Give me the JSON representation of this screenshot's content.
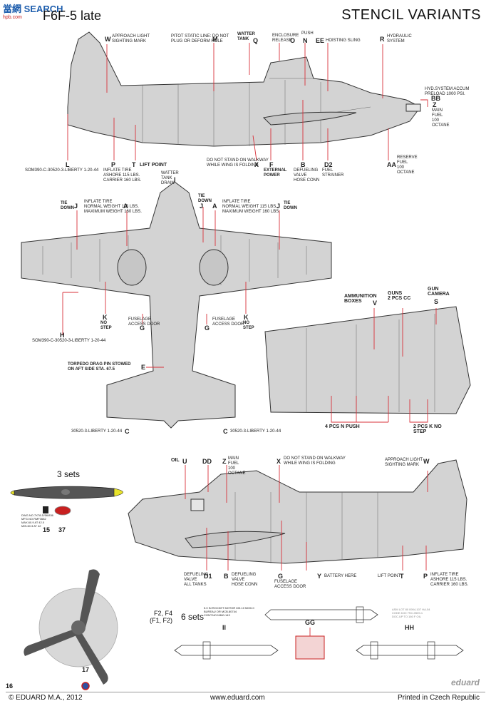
{
  "header": {
    "title": "STENCIL VARIANTS",
    "subtitle": "F6F-5 late",
    "watermark": "當網 SEARCH",
    "watermark_url": "hpb.com"
  },
  "side_view_top": {
    "labels": {
      "W": "APPROACH LIGHT\nSIGHTING MARK",
      "M": "PITOT STATIC LINE: DO NOT\nPLUG OR DEFORM HOLE",
      "Q": "WATTER\nTANK",
      "O": "ENCLOSURE\nRELEASE",
      "N": "PUSH",
      "EE": "HOISTING SLING",
      "R": "HYDRAULIC\nSYSTEM",
      "BB": "HYD.SYSTEM ACCUM\nPRELOAD 1000 PSI.",
      "Z": "MAIN\nFUEL\n100\nOCTANE",
      "L": "SOM390-C-30520-3-LIBERTY 1-20-44",
      "P": "INFLATE TIRE\nASHORE 115 LBS.\nCARRIER 160 LBS.",
      "T": "LIFT POINT",
      "X": "DO NOT STAND ON WALKWAY\nWHILE WING IS FOLDING",
      "F": "EXTERNAL\nPOWER",
      "B": "DEFUELING\nVALVE\nHOSE CONN",
      "D2": "FUEL\nSTRAINER",
      "AA": "RESERVE\nFUEL\n100\nOCTANE"
    }
  },
  "plan_view": {
    "labels": {
      "I": "WATTER\nTANK\nDRAIN",
      "J_left": "TIE\nDOWN",
      "J_right": "TIE\nDOWN",
      "A_left": "INFLATE TIRE\nNORMAL WEIGHT 115 LBS.\nMAXIMUM WEIGHT 160 LBS.",
      "A_right": "INFLATE TIRE\nNORMAL WEIGHT 115 LBS.\nMAXIMUM WEIGHT 160 LBS.",
      "K_left": "NO\nSTEP",
      "K_right": "NO\nSTEP",
      "G_left": "FUSELAGE\nACCESS DOOR",
      "G_right": "FUSELAGE\nACCESS DOOR",
      "H": "SOM390-C-30520-3-LIBERTY 1-20-44",
      "E": "TORPEDO DRAG PIN STOWED\nON AFT SIDE STA. 67.5",
      "C_left": "30520-3-LIBERTY 1-20-44",
      "C_right": "30520-3-LIBERTY 1-20-44"
    }
  },
  "wing_view": {
    "labels": {
      "V": "AMMUNITION\nBOXES",
      "CC": "GUNS\n2 pcs CC",
      "S": "GUN\nCAMERA",
      "N": "4 pcs N PUSH",
      "K": "2 pcs K NO\nSTEP"
    }
  },
  "side_view_bottom": {
    "labels": {
      "U": "OIL",
      "DD": "DD",
      "Z": "MAIN\nFUEL\n100\nOCTANE",
      "X": "DO NOT STAND ON WALKWAY\nWHILE WING IS FOLDING",
      "W": "APPROACH LIGHT\nSIGHTING MARK",
      "D1": "DEFUELING\nVALVE\nALL TANKS",
      "B": "DEFUELING\nVALVE\nHOSE CONN",
      "G": "FUSELAGE\nACCESS DOOR",
      "Y": "BATTERY HERE",
      "T": "LIFT POINT",
      "P": "INFLATE TIRE\nASHORE 115 LBS.\nCARRIER 160 LBS."
    }
  },
  "propeller": {
    "sets": "3 sets",
    "code_15": "15",
    "code_37": "37",
    "code_17": "17",
    "blade_text": "DWG.NO.7X78-D/56/836\nMFG.NO.RMF3682\nMAX.60.9 AT 42.0\nMIN.60.3 AT 42"
  },
  "rockets": {
    "sets_line1": "F2, F4",
    "sets_line2": "(F1, F2)",
    "sets": "6 sets",
    "code_II": "II",
    "code_GG": "GG",
    "code_HH": "HH",
    "text_ii": "5.0 IN ROCKET MOTOR MK.10 MOD.0\nBUREAU OR MCB.80744\nCONT.NO.N380-143",
    "text_hh": "ASM LOT 80 0904-107 HA-54\nCODE 8.00 7SC-0509-1\nDOC.UP TO 160 F OIL"
  },
  "footer": {
    "copyright": "© EDUARD M.A., 2012",
    "website": "www.eduard.com",
    "printed": "Printed in Czech Republic",
    "page": "16",
    "brand": "eduard"
  },
  "colors": {
    "leader": "#d8313a",
    "airframe": "#d3d3d3",
    "prop": "#555555",
    "prop_tip": "#e8e32a"
  }
}
